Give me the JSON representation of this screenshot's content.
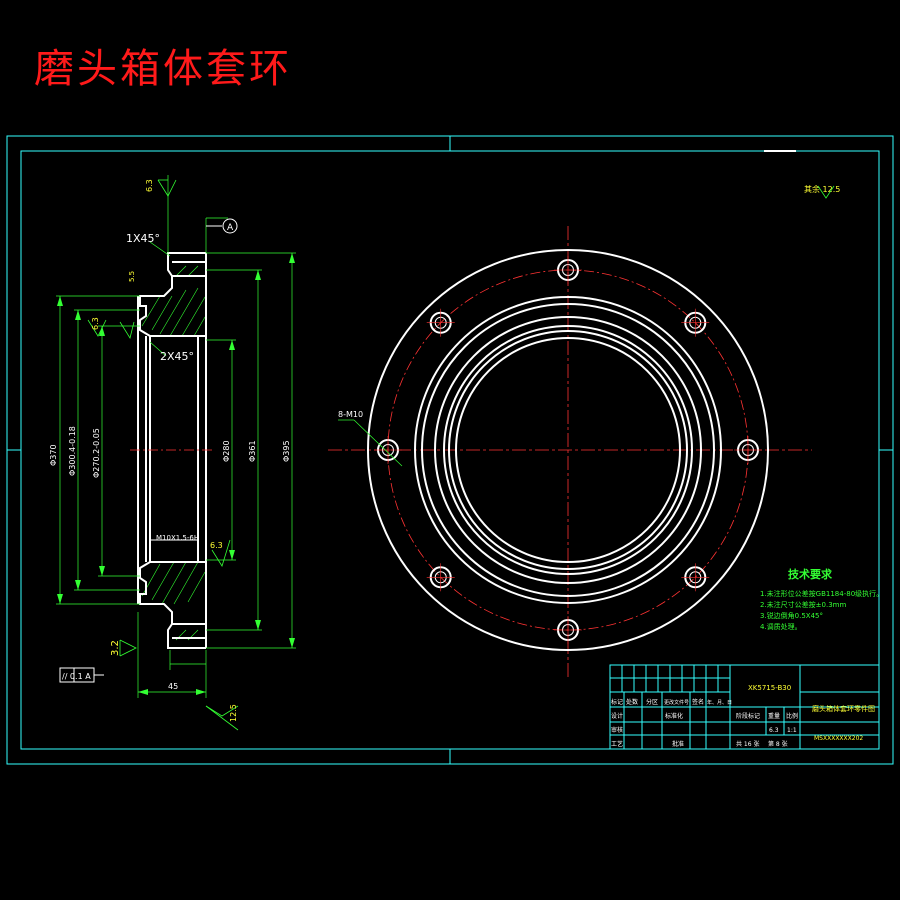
{
  "title": "磨头箱体套环",
  "colors": {
    "background": "#000000",
    "title": "#ff1a1a",
    "frame": "#33ffff",
    "outline": "#ffffff",
    "dimension": "#33ff33",
    "centerline": "#ff3333",
    "hatch": "#33ff33"
  },
  "drawing": {
    "chamfer_top": "1X45°",
    "chamfer_inner": "2X45°",
    "datum": "A",
    "roughness_top": "6.3",
    "roughness_left": "6.3",
    "roughness_lower": "6.3",
    "roughness_bottom": "3.2",
    "roughness_bottom2": "12.5",
    "thread_note": "M10X1.5-6H",
    "bolt_holes": "8-M10",
    "dim_left1": "Φ370",
    "dim_left2": "Φ300.4-0.18",
    "dim_left3": "Φ270.2-0.05",
    "dim_right1": "Φ280",
    "dim_right2": "Φ361",
    "dim_right3": "Φ395",
    "dim_width": "45",
    "tol_frame": "// 0.1 A",
    "small_dim": "5.5",
    "roughness_corner": "其余 12.5"
  },
  "tech": {
    "heading": "技术要求",
    "items": [
      "1.未注形位公差按GB1184-80级执行。",
      "2.未注尺寸公差按±0.3mm",
      "3.锐边倒角0.5X45°",
      "4.调质处理。"
    ]
  },
  "title_block": {
    "drawing_no": "XK5715-B30",
    "part_name": "磨头箱体套环零件图",
    "code": "MSXXXXXXX202",
    "row1": [
      "标记",
      "处数",
      "分区",
      "更改文件号",
      "签名",
      "年、月、日"
    ],
    "row2": [
      "设计",
      "",
      "",
      "标准化"
    ],
    "row3": [
      "审核"
    ],
    "row4": [
      "工艺",
      "",
      "",
      "批准"
    ],
    "stage_label": "阶段标记",
    "weight_label": "重量",
    "scale_label": "比例",
    "weight": "6.3",
    "scale": "1:1",
    "sheets_total": "共 16 张",
    "sheet_no": "第 8 张"
  }
}
